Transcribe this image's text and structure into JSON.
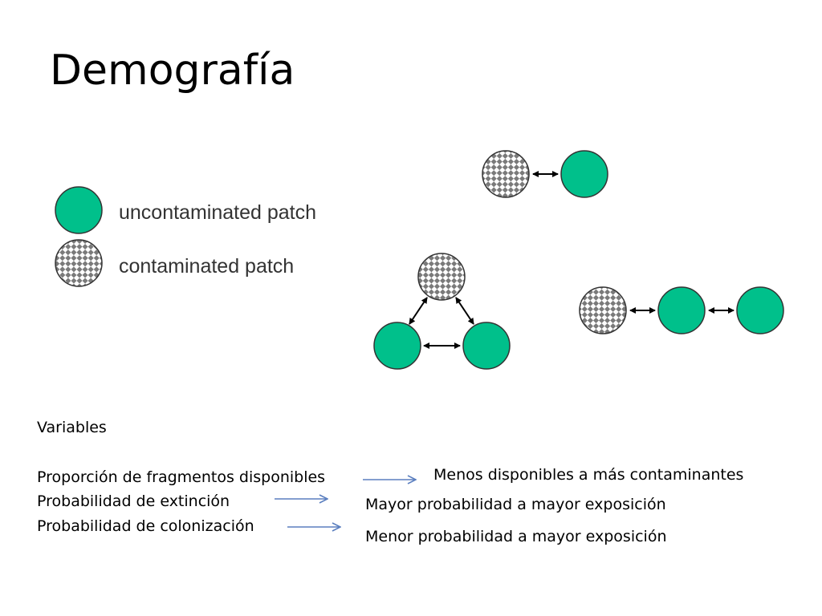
{
  "title": "Demografía",
  "legend": {
    "uncontaminated_label": "uncontaminated patch",
    "contaminated_label": "contaminated patch"
  },
  "colors": {
    "uncontaminated_patch": "#00c08b",
    "contaminated_patch_dark": "#7a7a7a",
    "contaminated_patch_light": "#ffffff",
    "patch_outline": "#333333",
    "connector_arrow": "#000000",
    "relation_arrow": "#5b7fbf"
  },
  "variables": {
    "heading": "Variables",
    "items": [
      {
        "label": "Proporción de fragmentos disponibles",
        "effect": "Menos disponibles a más contaminantes"
      },
      {
        "label": "Probabilidad de extinción",
        "effect": "Mayor probabilidad a mayor exposición"
      },
      {
        "label": "Probabilidad de colonización",
        "effect": "Menor probabilidad a mayor exposición"
      }
    ]
  }
}
